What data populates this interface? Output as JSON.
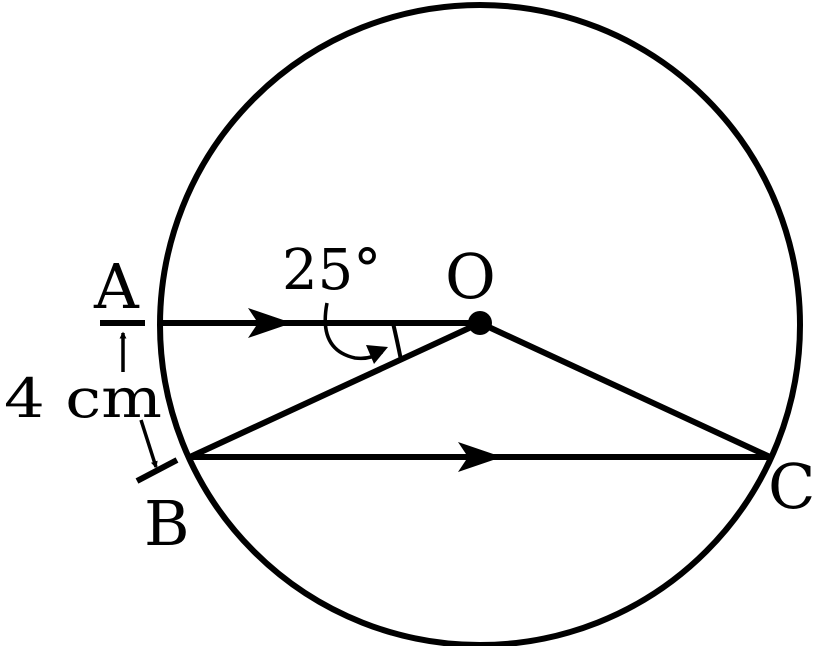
{
  "labels": {
    "A": "A",
    "O": "O",
    "B": "B",
    "C": "C"
  },
  "angle_label": "25°",
  "distance_label": "4 cm"
}
